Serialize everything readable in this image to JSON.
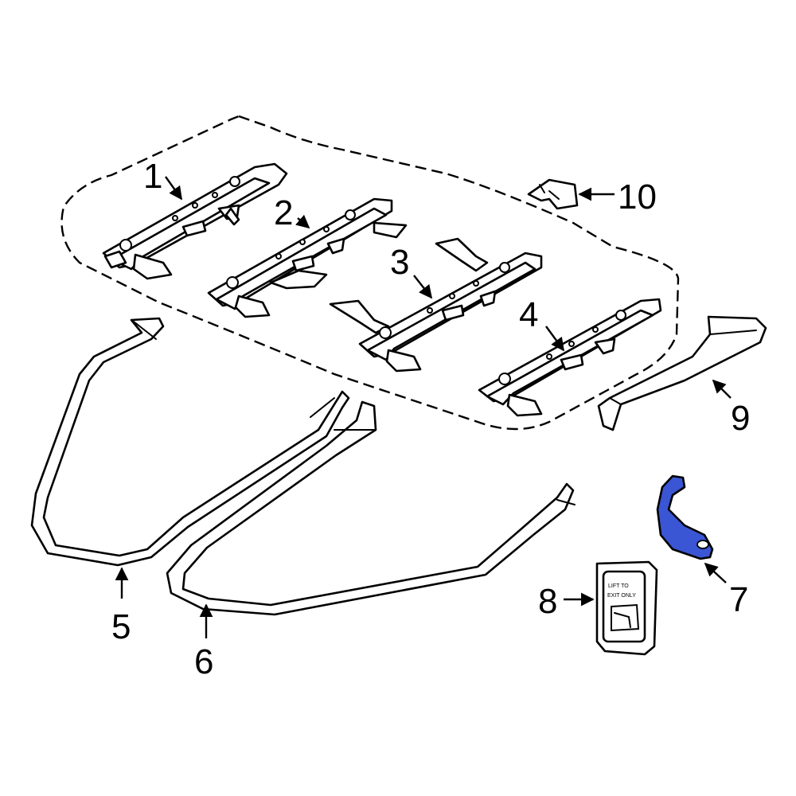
{
  "callouts": [
    {
      "id": "1",
      "label": "1"
    },
    {
      "id": "2",
      "label": "2"
    },
    {
      "id": "3",
      "label": "3"
    },
    {
      "id": "4",
      "label": "4"
    },
    {
      "id": "5",
      "label": "5"
    },
    {
      "id": "6",
      "label": "6"
    },
    {
      "id": "7",
      "label": "7"
    },
    {
      "id": "8",
      "label": "8"
    },
    {
      "id": "9",
      "label": "9"
    },
    {
      "id": "10",
      "label": "10"
    }
  ],
  "highlight_part": "7",
  "colors": {
    "highlight": "#3a56d4",
    "line": "#000000",
    "background": "#ffffff"
  },
  "label_panel": {
    "line1": "LIFT TO",
    "line2": "EXIT ONLY"
  }
}
